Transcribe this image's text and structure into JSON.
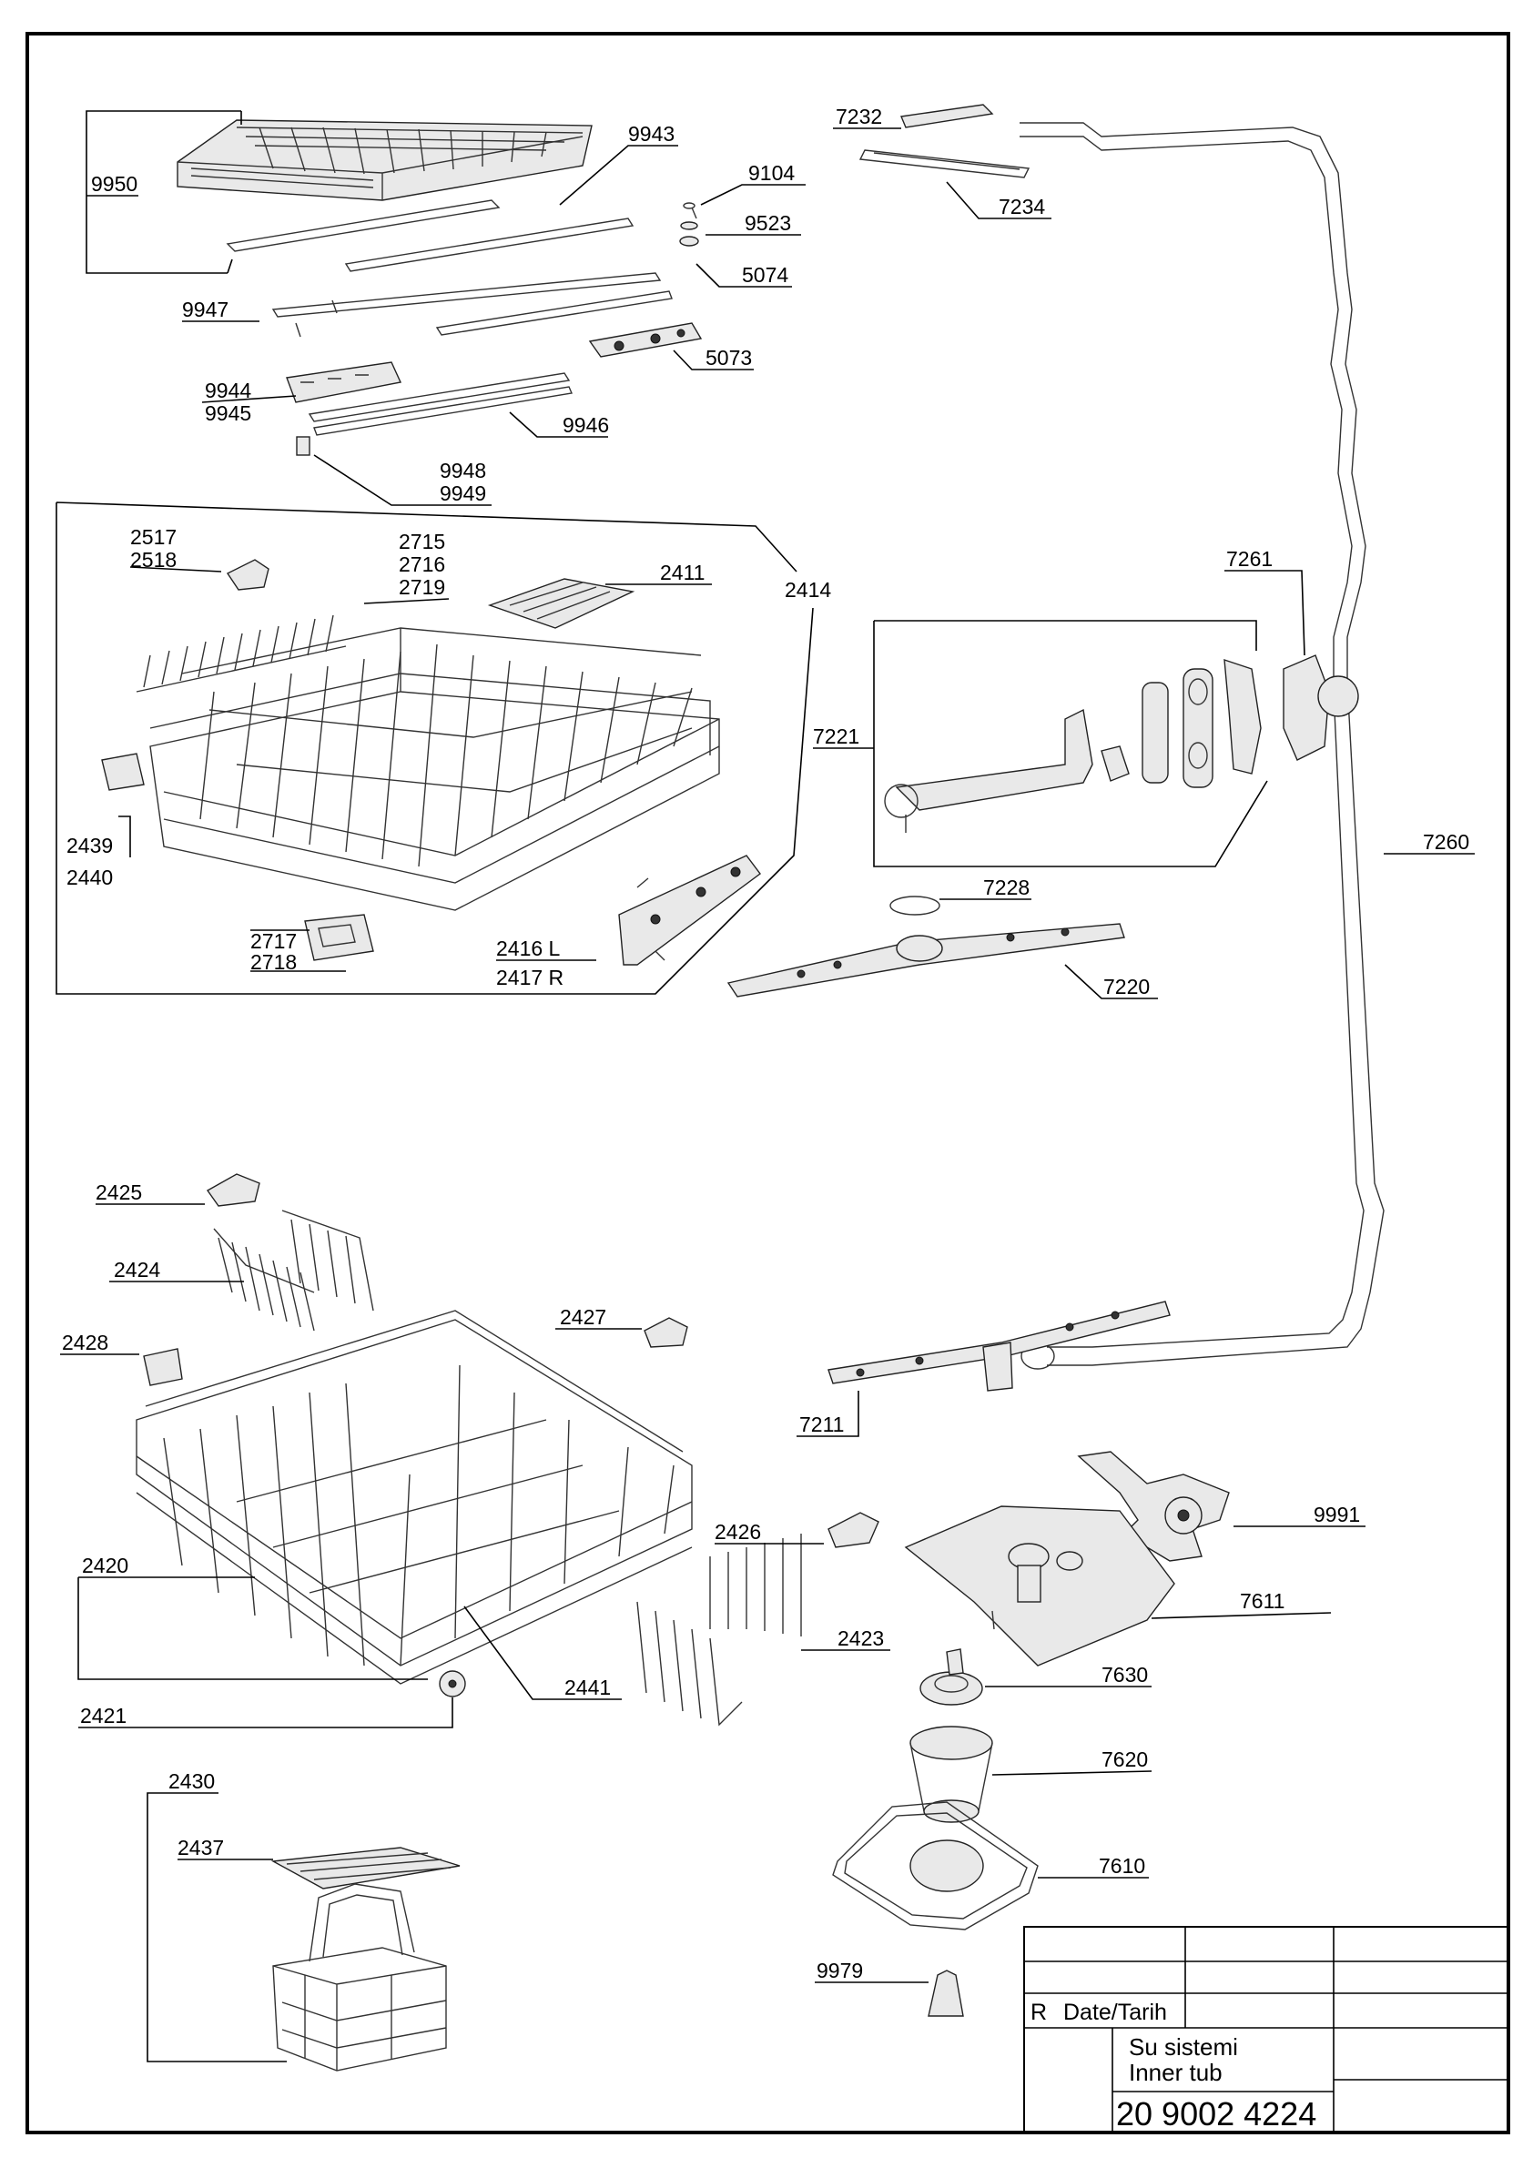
{
  "labels": {
    "l9950": "9950",
    "l9943": "9943",
    "l9104": "9104",
    "l9523": "9523",
    "l5074": "5074",
    "l9947": "9947",
    "l5073": "5073",
    "l9944": "9944",
    "l9945": "9945",
    "l9946": "9946",
    "l9948": "9948",
    "l9949": "9949",
    "l2517": "2517",
    "l2518": "2518",
    "l2715": "2715",
    "l2716": "2716",
    "l2719": "2719",
    "l2411": "2411",
    "l2414": "2414",
    "l2439": "2439",
    "l2440": "2440",
    "l2717": "2717",
    "l2718": "2718",
    "l2416": "2416 L",
    "l2417": "2417 R",
    "l7232": "7232",
    "l7234": "7234",
    "l7261": "7261",
    "l7221": "7221",
    "l7260": "7260",
    "l7228": "7228",
    "l7220": "7220",
    "l2425": "2425",
    "l2424": "2424",
    "l2427": "2427",
    "l2428": "2428",
    "l7211": "7211",
    "l9991": "9991",
    "l2426": "2426",
    "l7611": "7611",
    "l2420": "2420",
    "l2423": "2423",
    "l7630": "7630",
    "l2441": "2441",
    "l2421": "2421",
    "l7620": "7620",
    "l2430": "2430",
    "l2437": "2437",
    "l7610": "7610",
    "l9979": "9979"
  },
  "title_block": {
    "revision_label": "R",
    "date_label": "Date/Tarih",
    "title_tr": "Su sistemi",
    "title_en": "Inner tub",
    "drawing_number": "20 9002 4224"
  }
}
